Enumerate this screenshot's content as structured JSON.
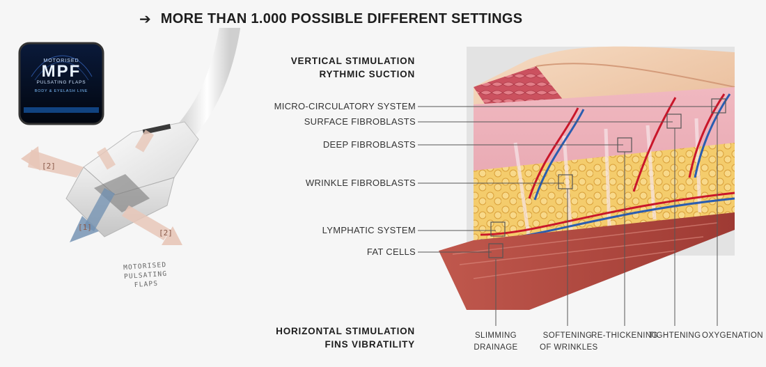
{
  "header": {
    "title": "MORE THAN 1.000 POSSIBLE DIFFERENT SETTINGS",
    "arrow_icon": "right-arrow-icon"
  },
  "badge": {
    "line1": "MOTORISED",
    "line2": "MPF",
    "line3": "PULSATING FLAPS",
    "line4": "BODY & EYELASH LINE"
  },
  "device": {
    "caption_lines": [
      "MOTORISED",
      "PULSATING",
      "FLAPS"
    ],
    "flap_labels": [
      "[2]",
      "[1]",
      "[2]"
    ]
  },
  "vertical": {
    "lines": [
      "VERTICAL STIMULATION",
      "RYTHMIC SUCTION"
    ]
  },
  "horizontal": {
    "lines": [
      "HORIZONTAL STIMULATION",
      "FINS VIBRATILITY"
    ]
  },
  "labels": [
    "MICRO-CIRCULATORY SYSTEM",
    "SURFACE FIBROBLASTS",
    "DEEP FIBROBLASTS",
    "WRINKLE FIBROBLASTS",
    "LYMPHATIC SYSTEM",
    "FAT CELLS"
  ],
  "bottom_labels": [
    {
      "lines": [
        "SLIMMING",
        "DRAINAGE"
      ]
    },
    {
      "lines": [
        "SOFTENING",
        "OF WRINKLES"
      ]
    },
    {
      "lines": [
        "RE-THICKENING"
      ]
    },
    {
      "lines": [
        "TIGHTENING"
      ]
    },
    {
      "lines": [
        "OXYGENATION"
      ]
    }
  ],
  "colors": {
    "skin_top": "#f1cfb0",
    "dermis": "#e9a9b2",
    "fat": "#f2c25c",
    "vessel_red": "#c9162a",
    "vessel_blue": "#2a5db0",
    "muscle": "#b8463c"
  }
}
